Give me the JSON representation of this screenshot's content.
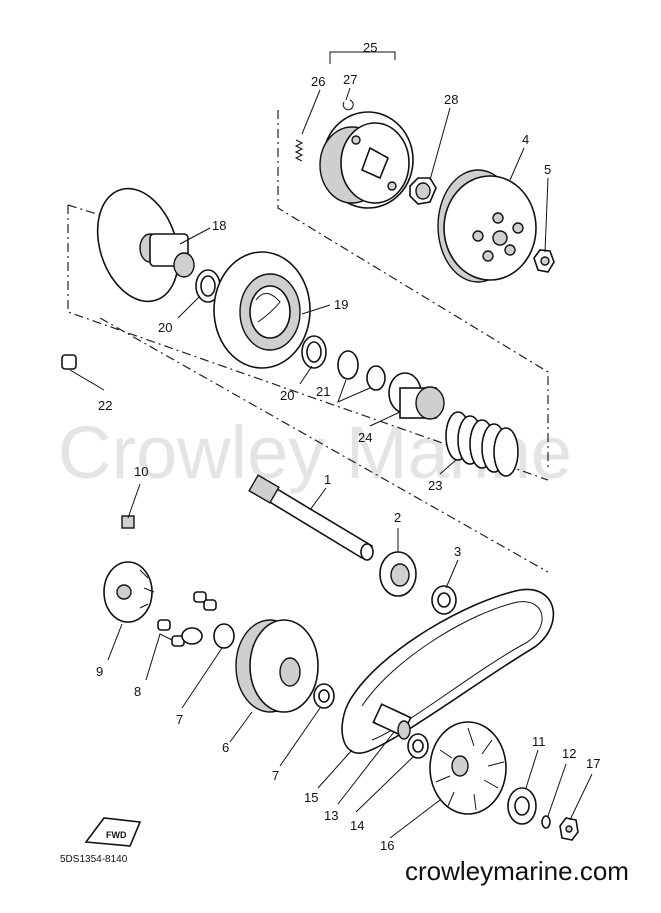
{
  "watermark": "Crowley Marine",
  "website": "crowleymarine.com",
  "diagram_code": "5DS1354-8140",
  "direction_marker": "FWD",
  "callouts": {
    "c1": "1",
    "c2": "2",
    "c3": "3",
    "c4": "4",
    "c5": "5",
    "c6": "6",
    "c7a": "7",
    "c7b": "7",
    "c8": "8",
    "c9": "9",
    "c10": "10",
    "c11": "11",
    "c12": "12",
    "c13": "13",
    "c14": "14",
    "c15": "15",
    "c16": "16",
    "c17": "17",
    "c18": "18",
    "c19": "19",
    "c20a": "20",
    "c20b": "20",
    "c21": "21",
    "c22": "22",
    "c23": "23",
    "c24": "24",
    "c25": "25",
    "c26": "26",
    "c27": "27",
    "c28": "28"
  }
}
